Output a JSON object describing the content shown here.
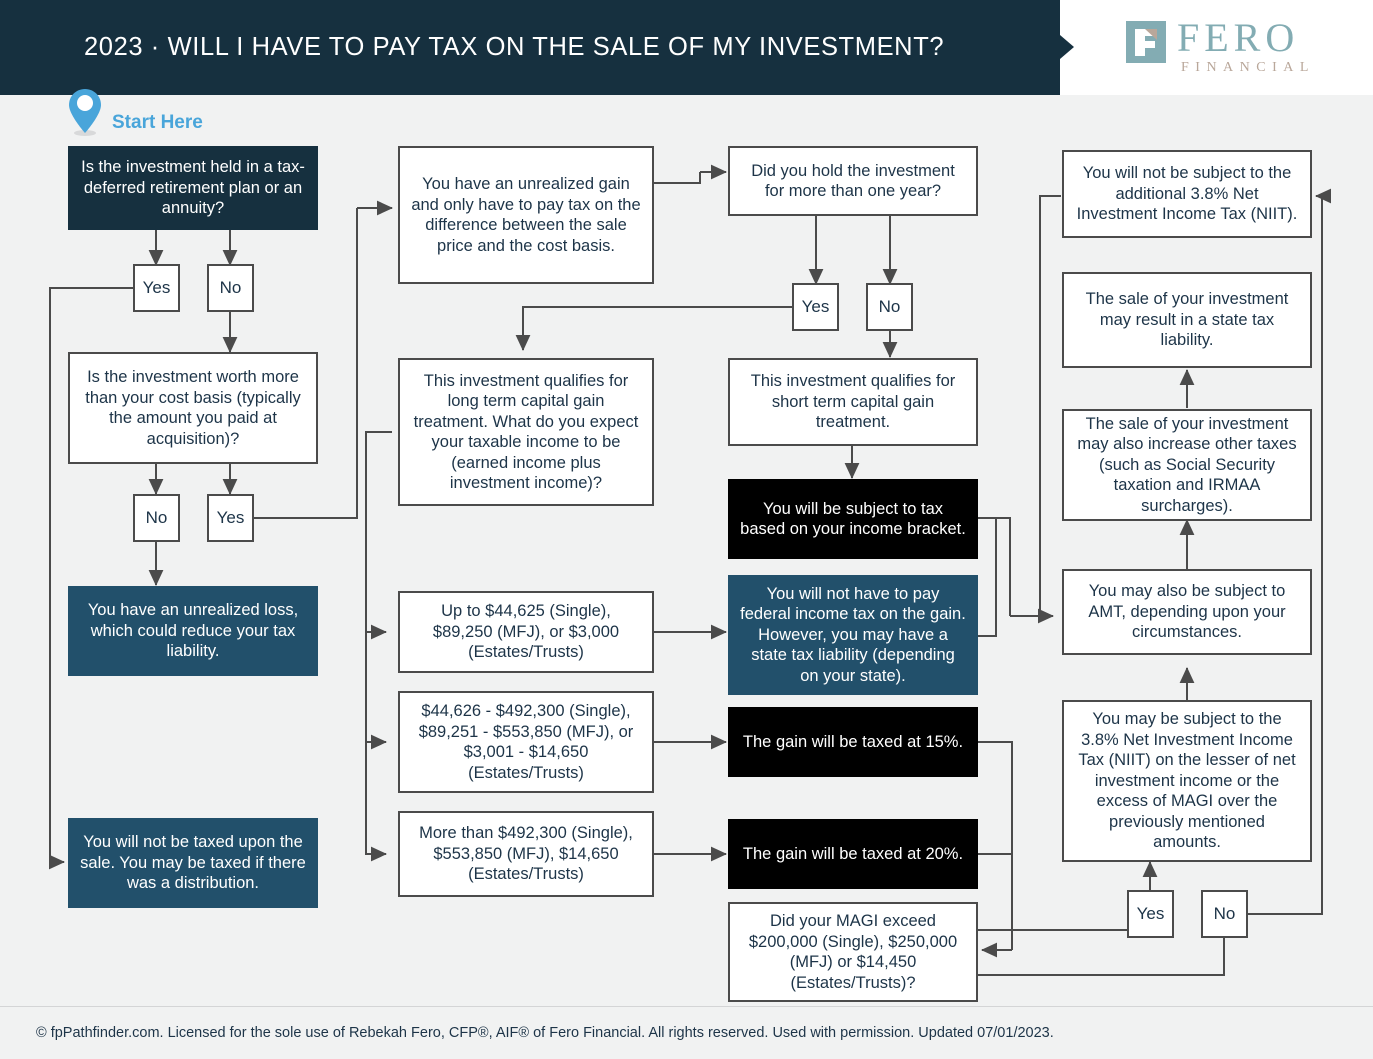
{
  "header": {
    "title": "2023 · WILL I HAVE TO PAY TAX ON THE SALE OF MY INVESTMENT?",
    "logo_word": "FERO",
    "logo_sub": "FINANCIAL",
    "bar_color": "#16303f",
    "logo_color": "#83acb3"
  },
  "start": {
    "label": "Start Here",
    "color": "#49a5da"
  },
  "nodes": {
    "q_taxdeferred": "Is the investment held in a tax-deferred retirement plan or an annuity?",
    "q_costbasis": "Is the investment worth more than your cost basis (typically the amount you paid at acquisition)?",
    "r_unrealized_loss": "You have an unrealized loss, which could reduce your tax liability.",
    "r_not_taxed_sale": "You will not be taxed upon the sale. You may be taxed if there was a distribution.",
    "r_unrealized_gain": "You have an unrealized gain and only have to pay tax on the difference between the sale price and the cost basis.",
    "q_oneyear": "Did you hold the investment for more than one year?",
    "q_longterm_income": "This investment qualifies for long term capital gain treatment. What do you expect your taxable income to be (earned income plus investment income)?",
    "r_shortterm": "This investment qualifies for short term capital gain treatment.",
    "r_income_bracket": "You will be subject to tax based on your income bracket.",
    "b_bracket0": "Up to $44,625 (Single), $89,250 (MFJ), or $3,000 (Estates/Trusts)",
    "b_bracket15": "$44,626 - $492,300 (Single), $89,251 - $553,850 (MFJ), or $3,001 - $14,650 (Estates/Trusts)",
    "b_bracket20": "More than $492,300 (Single), $553,850 (MFJ), $14,650 (Estates/Trusts)",
    "r_no_federal_tax": "You will not have to pay federal income tax on the gain. However, you may have a state tax liability (depending on your state).",
    "r_taxed_15": "The gain will be taxed at 15%.",
    "r_taxed_20": "The gain will be taxed at 20%.",
    "q_magi": "Did your MAGI exceed $200,000 (Single), $250,000 (MFJ) or $14,450 (Estates/Trusts)?",
    "r_no_niit": "You will not be subject to the additional 3.8% Net Investment Income Tax (NIIT).",
    "r_state_tax": "The sale of your investment may result in a state tax liability.",
    "r_other_taxes": "The sale of your investment may also increase other taxes (such as Social Security taxation and IRMAA surcharges).",
    "r_amt": "You may also be subject to AMT, depending upon your circumstances.",
    "r_niit": "You may be subject to the 3.8% Net Investment Income Tax (NIIT) on the lesser of net investment income or the excess of MAGI over the previously mentioned amounts."
  },
  "branches": {
    "taxdeferred_yes": "Yes",
    "taxdeferred_no": "No",
    "costbasis_no": "No",
    "costbasis_yes": "Yes",
    "oneyear_yes": "Yes",
    "oneyear_no": "No",
    "magi_yes": "Yes",
    "magi_no": "No"
  },
  "footer": {
    "text": "© fpPathfinder.com. Licensed for the sole use of Rebekah Fero, CFP®, AIF® of Fero Financial. All rights reserved. Used with permission. Updated 07/01/2023."
  }
}
